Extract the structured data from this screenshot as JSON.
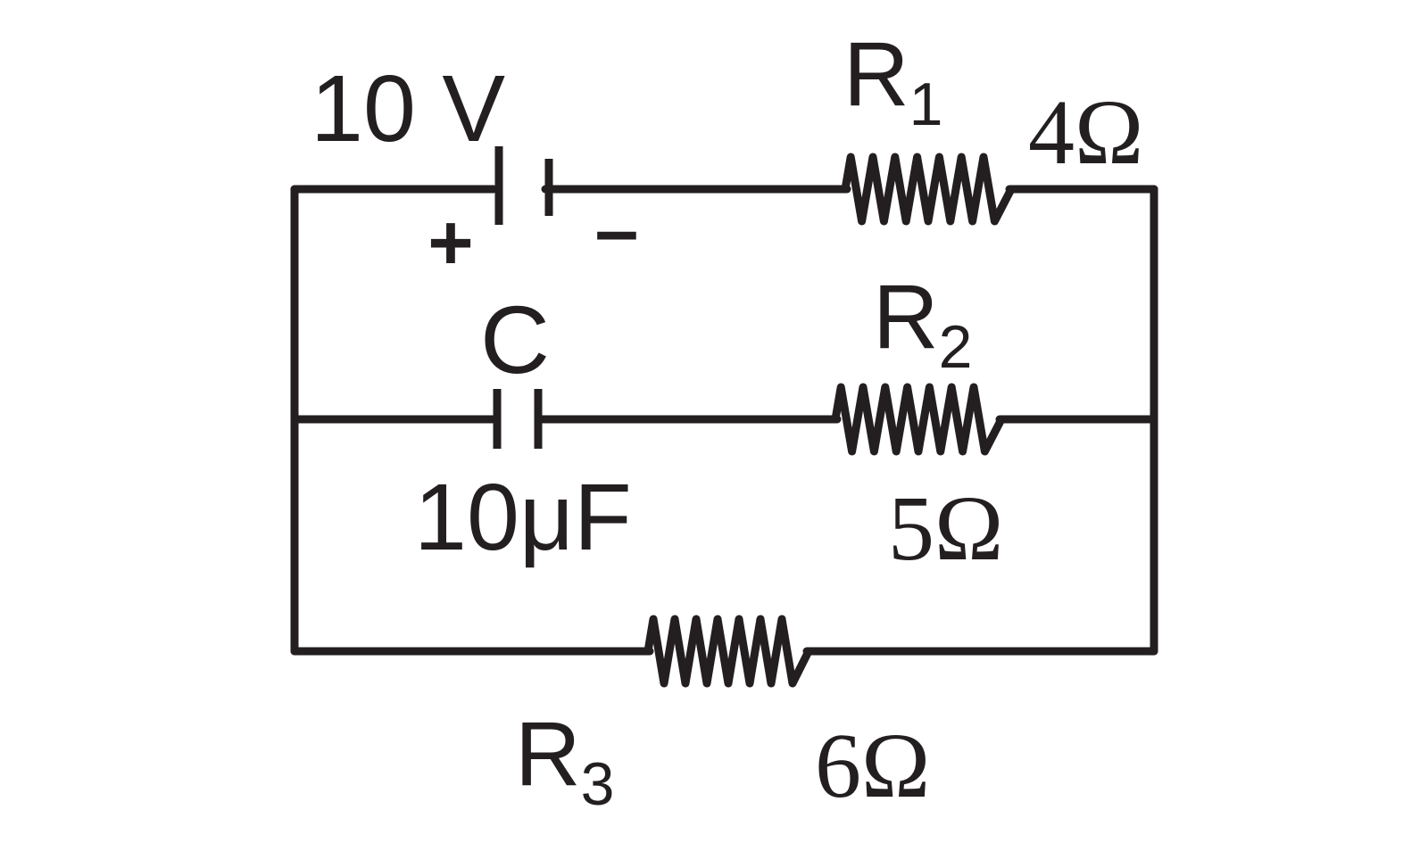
{
  "battery": {
    "label": "10 V",
    "plus": "+",
    "minus": "–"
  },
  "capacitor": {
    "name": "C",
    "value": "10μF"
  },
  "resistors": [
    {
      "name": "R",
      "sub": "1",
      "value": "4Ω"
    },
    {
      "name": "R",
      "sub": "2",
      "value": "5Ω"
    },
    {
      "name": "R",
      "sub": "3",
      "value": "6Ω"
    }
  ],
  "colors": {
    "ink": "#231f20",
    "background": "#ffffff"
  }
}
